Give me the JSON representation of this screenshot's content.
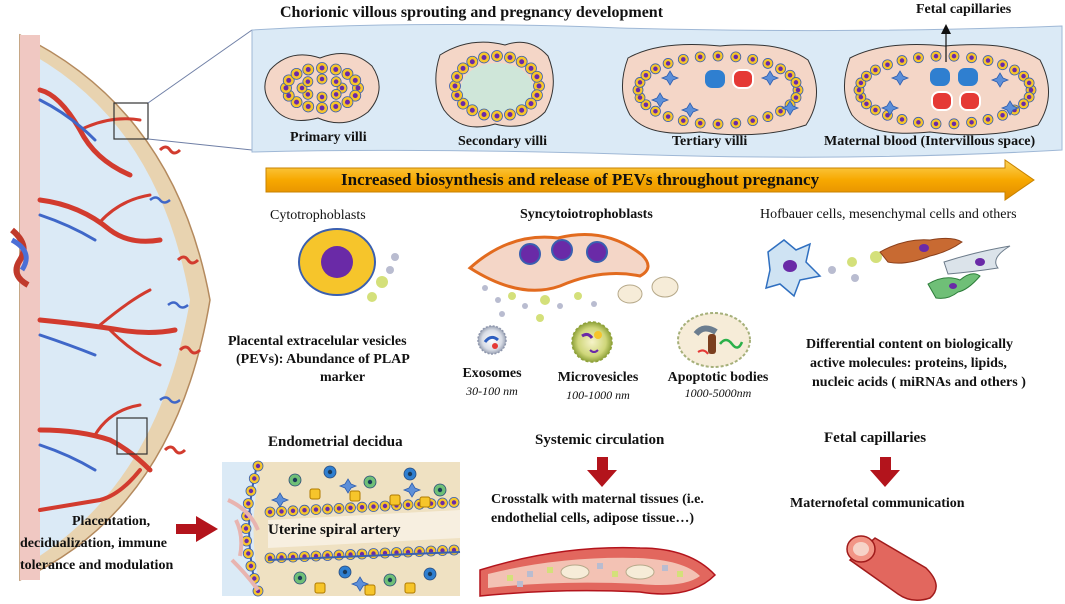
{
  "header": {
    "title": "Chorionic villous sprouting and pregnancy development",
    "fetal_capillaries_top": "Fetal capillaries"
  },
  "villi": {
    "primary": "Primary villi",
    "secondary": "Secondary villi",
    "tertiary": "Tertiary villi",
    "maternal_blood": "Maternal blood (Intervillous space)"
  },
  "arrow_banner": "Increased biosynthesis and release of PEVs throughout pregnancy",
  "cells": {
    "cytotrophoblasts": "Cytotrophoblasts",
    "syncytio": "Syncytoiotrophoblasts",
    "hofbauer": "Hofbauer cells, mesenchymal cells and others"
  },
  "pevs": {
    "line1": "Placental extracelular vesicles",
    "line2": "(PEVs): Abundance of PLAP",
    "line3": "marker"
  },
  "vesicles": {
    "exosomes": "Exosomes",
    "exosomes_size": "30-100 nm",
    "microvesicles": "Microvesicles",
    "microvesicles_size": "100-1000 nm",
    "apoptotic": "Apoptotic bodies",
    "apoptotic_size": "1000-5000nm"
  },
  "differential": {
    "line1": "Differential content on biologically",
    "line2": "active molecules: proteins, lipids,",
    "line3": "nucleic acids ( miRNAs and others )"
  },
  "bottom": {
    "endometrial": "Endometrial decidua",
    "uterine": "Uterine spiral artery",
    "systemic": "Systemic circulation",
    "crosstalk1": "Crosstalk with maternal tissues (i.e.",
    "crosstalk2": "endothelial cells, adipose tissue…)",
    "fetal_caps": "Fetal capillaries",
    "maternofetal": "Maternofetal communication"
  },
  "outcome": {
    "line1": "Placentation,",
    "line2": "decidualization, immune",
    "line3": "tolerance and modulation"
  },
  "colors": {
    "villi_band": "#dbeaf6",
    "arrow_orange": "#f7a800",
    "red_arrow": "#b3141c",
    "syncytio_orange": "#e26b1f",
    "placenta_tan": "#e8d3b0"
  }
}
